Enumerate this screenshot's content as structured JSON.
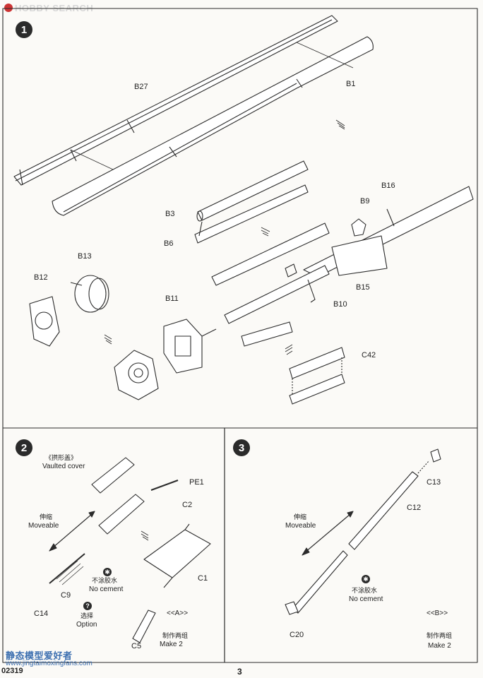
{
  "watermark": {
    "brand": "HOBBY SEARCH",
    "footer_cn": "静态模型爱好者",
    "footer_url": "www.jingtaimoxingfans.com"
  },
  "footer": {
    "kit_code": "02319",
    "page_number": "3"
  },
  "step1": {
    "number": "1",
    "labels": {
      "b27": "B27",
      "b1": "B1",
      "b16": "B16",
      "b9": "B9",
      "b3": "B3",
      "b6": "B6",
      "b13": "B13",
      "b12": "B12",
      "b15": "B15",
      "b11": "B11",
      "b10": "B10",
      "c42": "C42"
    }
  },
  "step2": {
    "number": "2",
    "vaulted_cn": "《拱形盖》",
    "vaulted_en": "Vaulted cover",
    "moveable_cn": "伸缩",
    "moveable_en": "Moveable",
    "no_cement_cn": "不涂胶水",
    "no_cement_en": "No cement",
    "option_cn": "选择",
    "option_en": "Option",
    "tag": "<<A>>",
    "make_cn": "制作两组",
    "make_en": "Make  2",
    "labels": {
      "pe1": "PE1",
      "c2": "C2",
      "c1": "C1",
      "c9": "C9",
      "c14": "C14",
      "c5": "C5"
    }
  },
  "step3": {
    "number": "3",
    "moveable_cn": "伸缩",
    "moveable_en": "Moveable",
    "no_cement_cn": "不涂胶水",
    "no_cement_en": "No cement",
    "tag": "<<B>>",
    "make_cn": "制作两组",
    "make_en": "Make  2",
    "labels": {
      "c13": "C13",
      "c12": "C12",
      "c20": "C20"
    }
  },
  "colors": {
    "ink": "#2b2b2b",
    "paper": "#fbfaf7",
    "watermark_blue": "#3c6fb0",
    "logo_red": "#cc3333"
  }
}
